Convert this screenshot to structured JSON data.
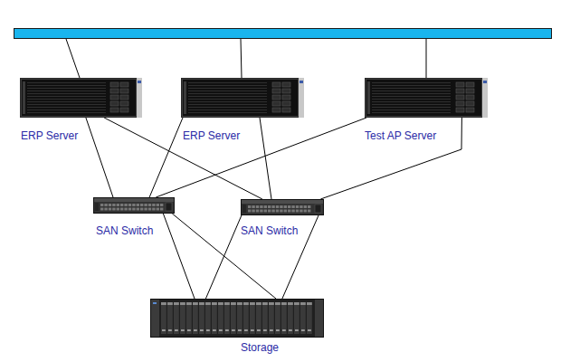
{
  "diagram": {
    "nodes": [
      {
        "text": [
          "ERP Server"
        ]
      },
      {
        "text": [
          "ERP Server"
        ]
      },
      {
        "text": [
          "Test AP Server"
        ]
      },
      {
        "text": [
          "SAN Switch"
        ]
      },
      {
        "text": [
          "SAN Switch"
        ]
      },
      {
        "text": [
          "Storage"
        ]
      }
    ],
    "edges": [
      {
        "from": 0,
        "to": 3,
        "arrow": "none"
      },
      {
        "from": 0,
        "to": 4,
        "arrow": "none"
      },
      {
        "from": 1,
        "to": 3,
        "arrow": "none"
      },
      {
        "from": 1,
        "to": 4,
        "arrow": "none"
      },
      {
        "from": 2,
        "to": 3,
        "arrow": "none"
      },
      {
        "from": 2,
        "to": 4,
        "arrow": "none"
      },
      {
        "from": 3,
        "to": 5,
        "arrow": "none"
      },
      {
        "from": 3,
        "to": 5,
        "arrow": "none"
      },
      {
        "from": 4,
        "to": 5,
        "arrow": "none"
      },
      {
        "from": 4,
        "to": 5,
        "arrow": "none"
      }
    ]
  }
}
